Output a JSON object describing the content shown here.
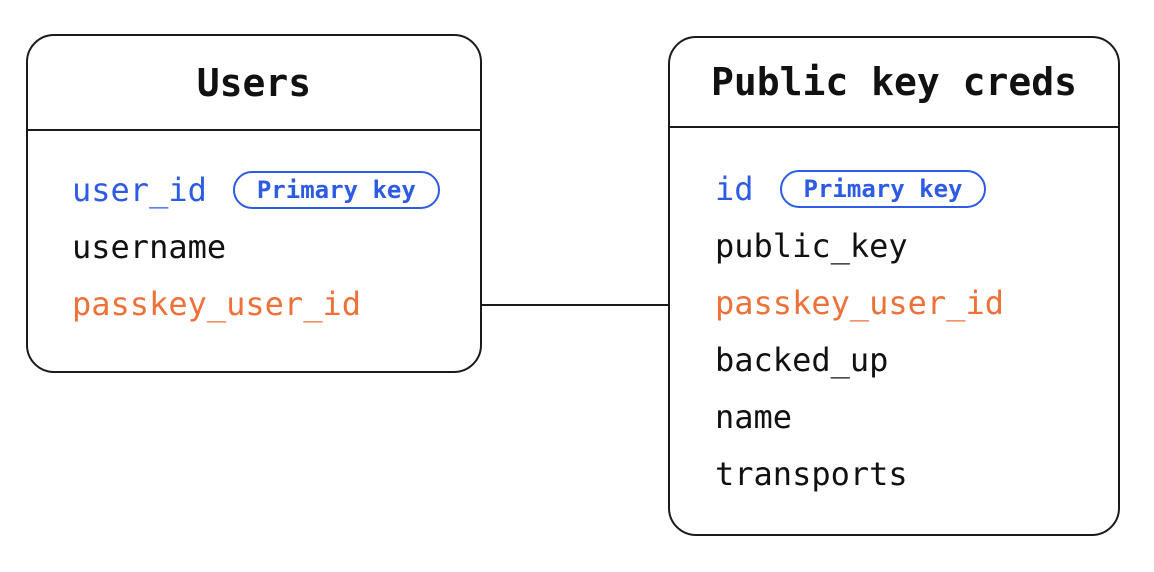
{
  "diagram": {
    "tables": [
      {
        "title": "Users",
        "fields": [
          {
            "name": "user_id",
            "role": "primary-key",
            "badge": "Primary key"
          },
          {
            "name": "username",
            "role": "column"
          },
          {
            "name": "passkey_user_id",
            "role": "foreign-key"
          }
        ]
      },
      {
        "title": "Public key creds",
        "fields": [
          {
            "name": "id",
            "role": "primary-key",
            "badge": "Primary key"
          },
          {
            "name": "public_key",
            "role": "column"
          },
          {
            "name": "passkey_user_id",
            "role": "foreign-key"
          },
          {
            "name": "backed_up",
            "role": "column"
          },
          {
            "name": "name",
            "role": "column"
          },
          {
            "name": "transports",
            "role": "column"
          }
        ]
      }
    ],
    "relationship": {
      "from_table": "Users",
      "from_field": "passkey_user_id",
      "to_table": "Public key creds",
      "to_field": "passkey_user_id"
    },
    "colors": {
      "primary_key_blue": "#2d5be3",
      "highlight_orange": "#ed7139",
      "text_black": "#111111",
      "border_black": "#1a1a1a",
      "background": "#ffffff"
    }
  }
}
